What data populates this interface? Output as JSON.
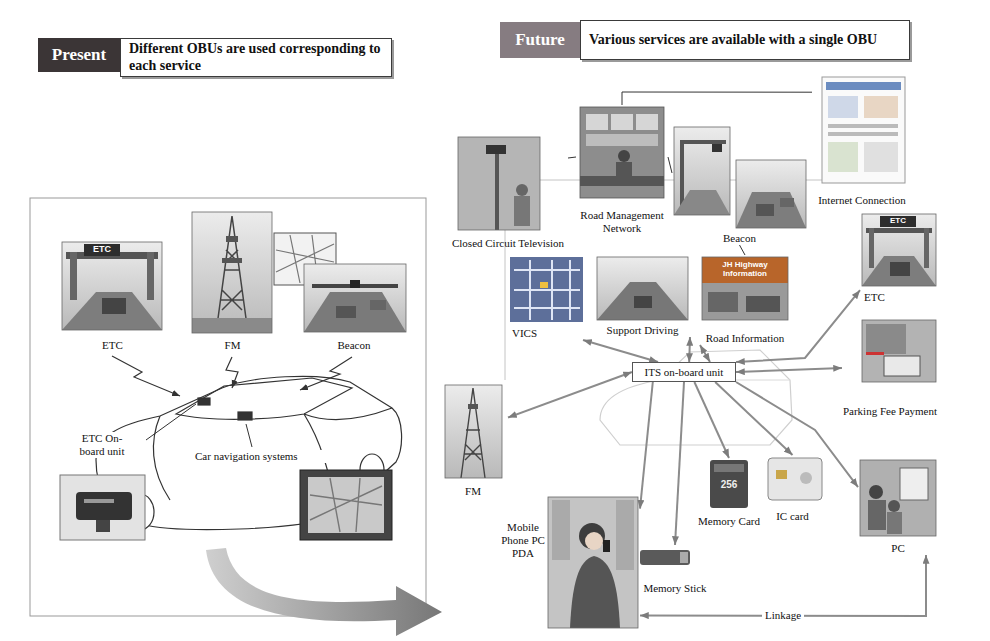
{
  "diagram": {
    "nodes": [
      {
        "text": [
          "Present"
        ]
      },
      {
        "text": [
          "Different OBUs are used corresponding to each service"
        ]
      },
      {
        "text": [
          "Future"
        ]
      },
      {
        "text": [
          "Various services are available with a single OBU"
        ]
      },
      {
        "text": [
          "ETC"
        ]
      },
      {
        "text": [
          "FM"
        ]
      },
      {
        "text": [
          "Beacon"
        ]
      },
      {
        "text": [
          "ETC On-board unit"
        ]
      },
      {
        "text": [
          "Car navigation systems"
        ]
      },
      {
        "text": [
          "Closed Circuit Television"
        ]
      },
      {
        "text": [
          "Road Management Network"
        ]
      },
      {
        "text": [
          "Beacon"
        ]
      },
      {
        "text": [
          "Internet Connection"
        ]
      },
      {
        "text": [
          "VICS"
        ]
      },
      {
        "text": [
          "Support Driving"
        ]
      },
      {
        "text": [
          "Road Information"
        ]
      },
      {
        "text": [
          "ETC"
        ]
      },
      {
        "text": [
          "Parking Fee Payment"
        ]
      },
      {
        "text": [
          "ITS on-board unit"
        ]
      },
      {
        "text": [
          "FM"
        ]
      },
      {
        "text": [
          "IC card"
        ]
      },
      {
        "text": [
          "PC"
        ]
      },
      {
        "text": [
          "Memory Card"
        ]
      },
      {
        "text": [
          "Memory Stick"
        ]
      },
      {
        "text": [
          "Mobile Phone PC PDA"
        ]
      }
    ],
    "edges": [
      {
        "from": 9,
        "to": 10,
        "arrow": "none"
      },
      {
        "from": 10,
        "to": 11,
        "arrow": "none"
      },
      {
        "from": 10,
        "to": 12,
        "arrow": "none"
      },
      {
        "from": 11,
        "to": 15,
        "arrow": "none"
      },
      {
        "from": 18,
        "to": 13,
        "arrow": "both"
      },
      {
        "from": 18,
        "to": 14,
        "arrow": "both"
      },
      {
        "from": 18,
        "to": 15,
        "arrow": "both"
      },
      {
        "from": 18,
        "to": 16,
        "arrow": "both"
      },
      {
        "from": 18,
        "to": 17,
        "arrow": "both"
      },
      {
        "from": 18,
        "to": 19,
        "arrow": "both"
      },
      {
        "from": 18,
        "to": 20,
        "arrow": "to"
      },
      {
        "from": 18,
        "to": 21,
        "arrow": "to"
      },
      {
        "from": 18,
        "to": 22,
        "arrow": "to"
      },
      {
        "from": 18,
        "to": 23,
        "arrow": "to"
      },
      {
        "from": 18,
        "to": 24,
        "arrow": "to"
      },
      {
        "from": 24,
        "to": 21,
        "label": "Linkage",
        "arrow": "both"
      }
    ],
    "labels": [
      "ETC",
      "ETC",
      "JH Highway Information",
      "256"
    ]
  }
}
